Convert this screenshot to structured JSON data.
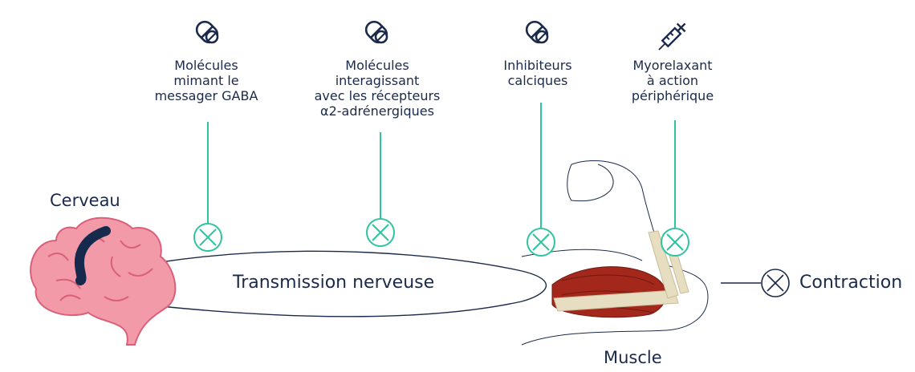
{
  "colors": {
    "navy": "#1b2a4a",
    "teal": "#2ec4a0",
    "brain": "#f29aa8",
    "brain_outline": "#d9607a",
    "muscle": "#a3271b",
    "bone": "#e7ddc0"
  },
  "drugs": [
    {
      "icon": "pill-icon",
      "lines": [
        "Molécules",
        "mimant le",
        "messager GABA"
      ]
    },
    {
      "icon": "pill-icon",
      "lines": [
        "Molécules",
        "interagissant",
        "avec les récepteurs",
        "α2-adrénergiques"
      ]
    },
    {
      "icon": "pill-icon",
      "lines": [
        "Inhibiteurs",
        "calciques"
      ]
    },
    {
      "icon": "syringe-icon",
      "lines": [
        "Myorelaxant",
        "à action",
        "périphérique"
      ]
    }
  ],
  "brain_label": "Cerveau",
  "transmission_label": "Transmission nerveuse",
  "muscle_label": "Muscle",
  "contraction_label": "Contraction"
}
